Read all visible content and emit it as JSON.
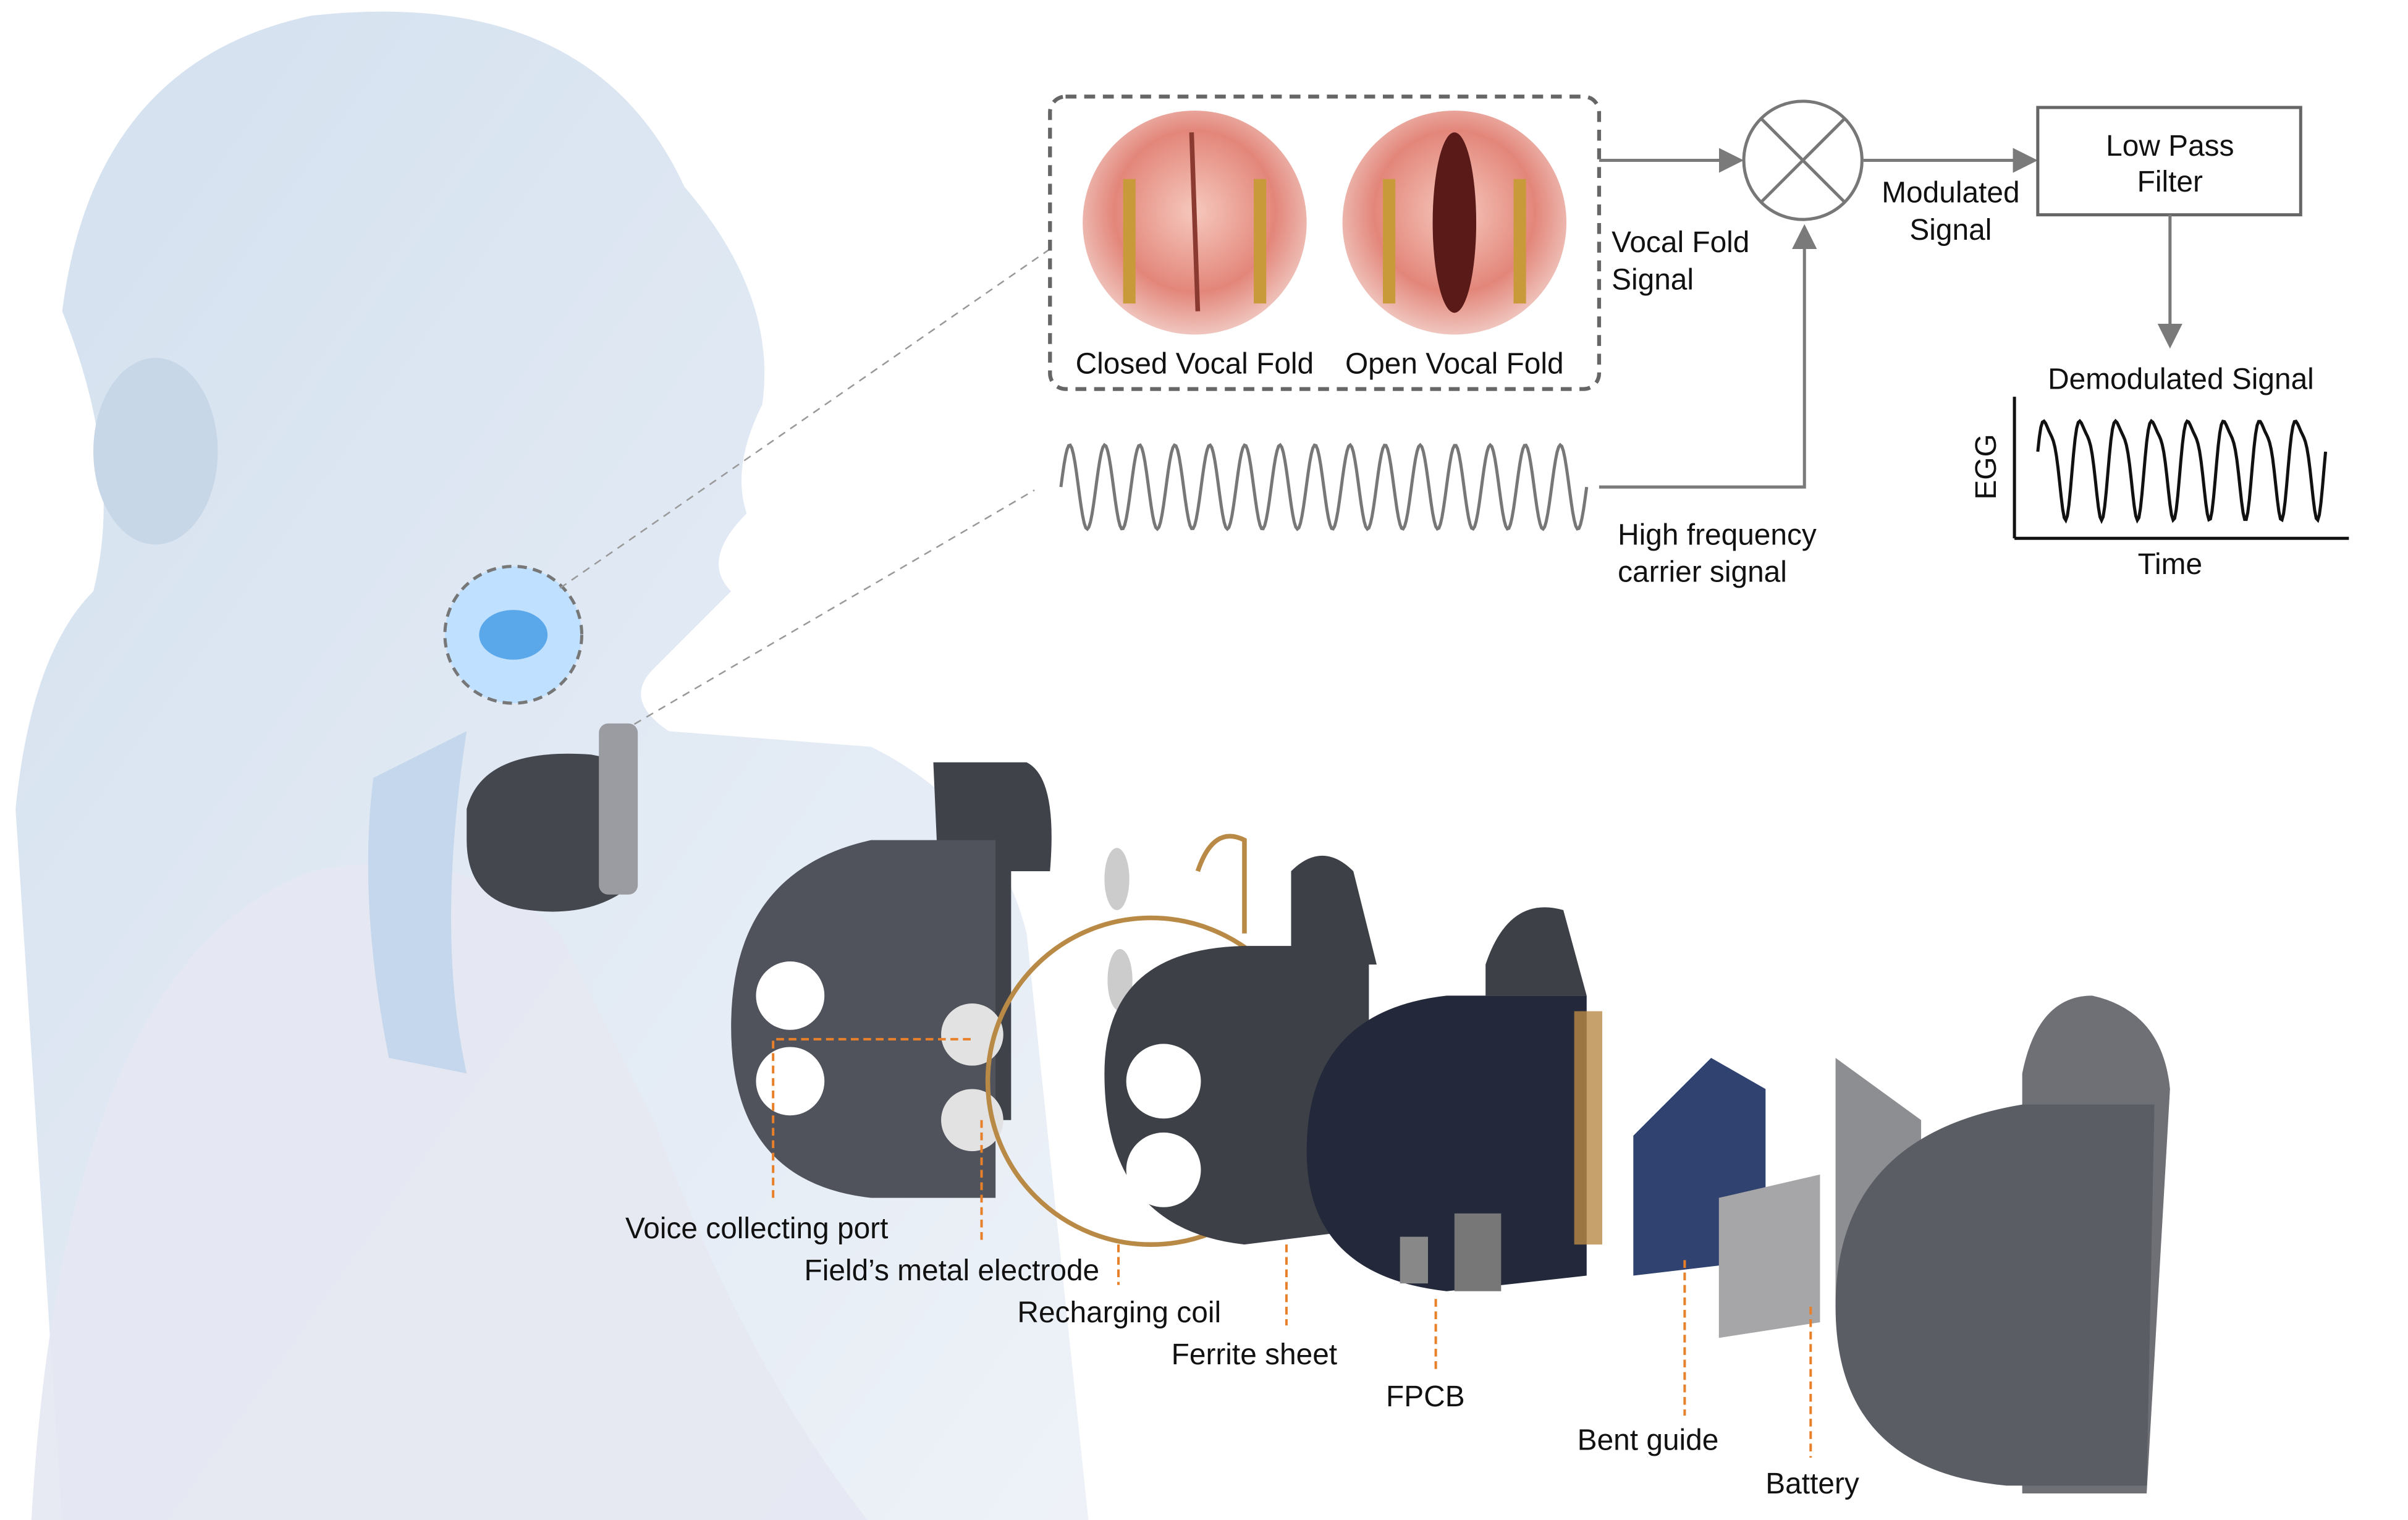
{
  "vocal_folds": {
    "closed_label": "Closed Vocal Fold",
    "open_label": "Open Vocal Fold"
  },
  "signal_chain": {
    "vocal_fold_signal": [
      "Vocal Fold",
      "Signal"
    ],
    "modulated_signal": [
      "Modulated",
      "Signal"
    ],
    "low_pass_filter": [
      "Low Pass",
      "Filter"
    ],
    "carrier_signal": [
      "High frequency",
      "carrier signal"
    ],
    "demodulated_title": "Demodulated Signal",
    "y_axis_label": "EGG",
    "x_axis_label": "Time"
  },
  "device_parts": [
    "Voice collecting port",
    "Field’s metal electrode",
    "Recharging coil",
    "Ferrite sheet",
    "FPCB",
    "Bent guide",
    "Battery"
  ],
  "colors": {
    "leader": "#e8802a",
    "flow": "#7a7a7a",
    "device": "#4a4d55",
    "body": "#dbe6f2"
  }
}
